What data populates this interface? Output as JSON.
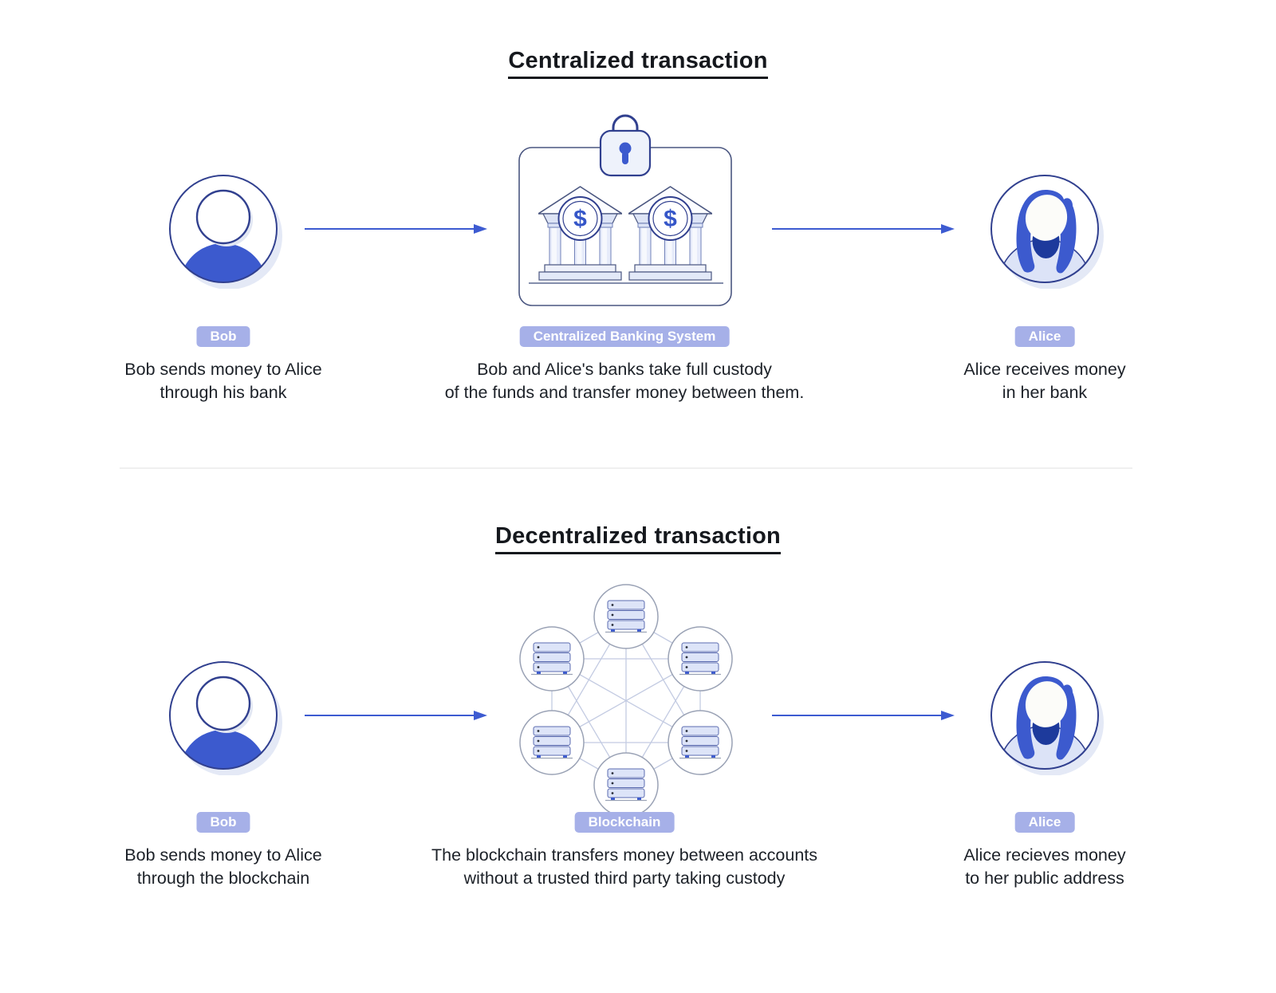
{
  "colors": {
    "primary_blue": "#3c5ace",
    "outline_navy": "#31408f",
    "label_background": "#a6b0e8",
    "label_text": "#ffffff",
    "body_text": "#1c2128",
    "title_text": "#15181d",
    "light_fill": "#e6ebfa",
    "lighter_fill": "#eef2fb",
    "shoulder_light": "#dce3f7",
    "node_circle_stroke": "#9aa2b5",
    "mesh_line": "#c3cbe2",
    "divider": "#f0f0f0"
  },
  "icons": {
    "left_actor": "person-avatar-icon",
    "right_actor": "woman-avatar-icon",
    "centralized_hub": "bank-buildings-padlock-icon",
    "decentralized_hub": "blockchain-network-icon",
    "connector": "arrow-right-icon",
    "hub_detail_top": "padlock-icon",
    "hub_detail_currency": "dollar-sign-icon",
    "node_detail": "server-stack-icon"
  },
  "sections": [
    {
      "title": "Centralized transaction",
      "left": {
        "label": "Bob",
        "caption_line1": "Bob sends money to Alice",
        "caption_line2": "through his bank"
      },
      "center": {
        "label": "Centralized Banking System",
        "caption_line1": "Bob and Alice's banks take full custody",
        "caption_line2": "of the funds and transfer money between them."
      },
      "right": {
        "label": "Alice",
        "caption_line1": "Alice receives money",
        "caption_line2": "in her bank"
      }
    },
    {
      "title": "Decentralized transaction",
      "left": {
        "label": "Bob",
        "caption_line1": "Bob sends money to Alice",
        "caption_line2": "through the blockchain"
      },
      "center": {
        "label": "Blockchain",
        "caption_line1": "The blockchain transfers money between accounts",
        "caption_line2": "without a trusted third party taking custody"
      },
      "right": {
        "label": "Alice",
        "caption_line1": "Alice recieves money",
        "caption_line2": "to her public address"
      }
    }
  ]
}
